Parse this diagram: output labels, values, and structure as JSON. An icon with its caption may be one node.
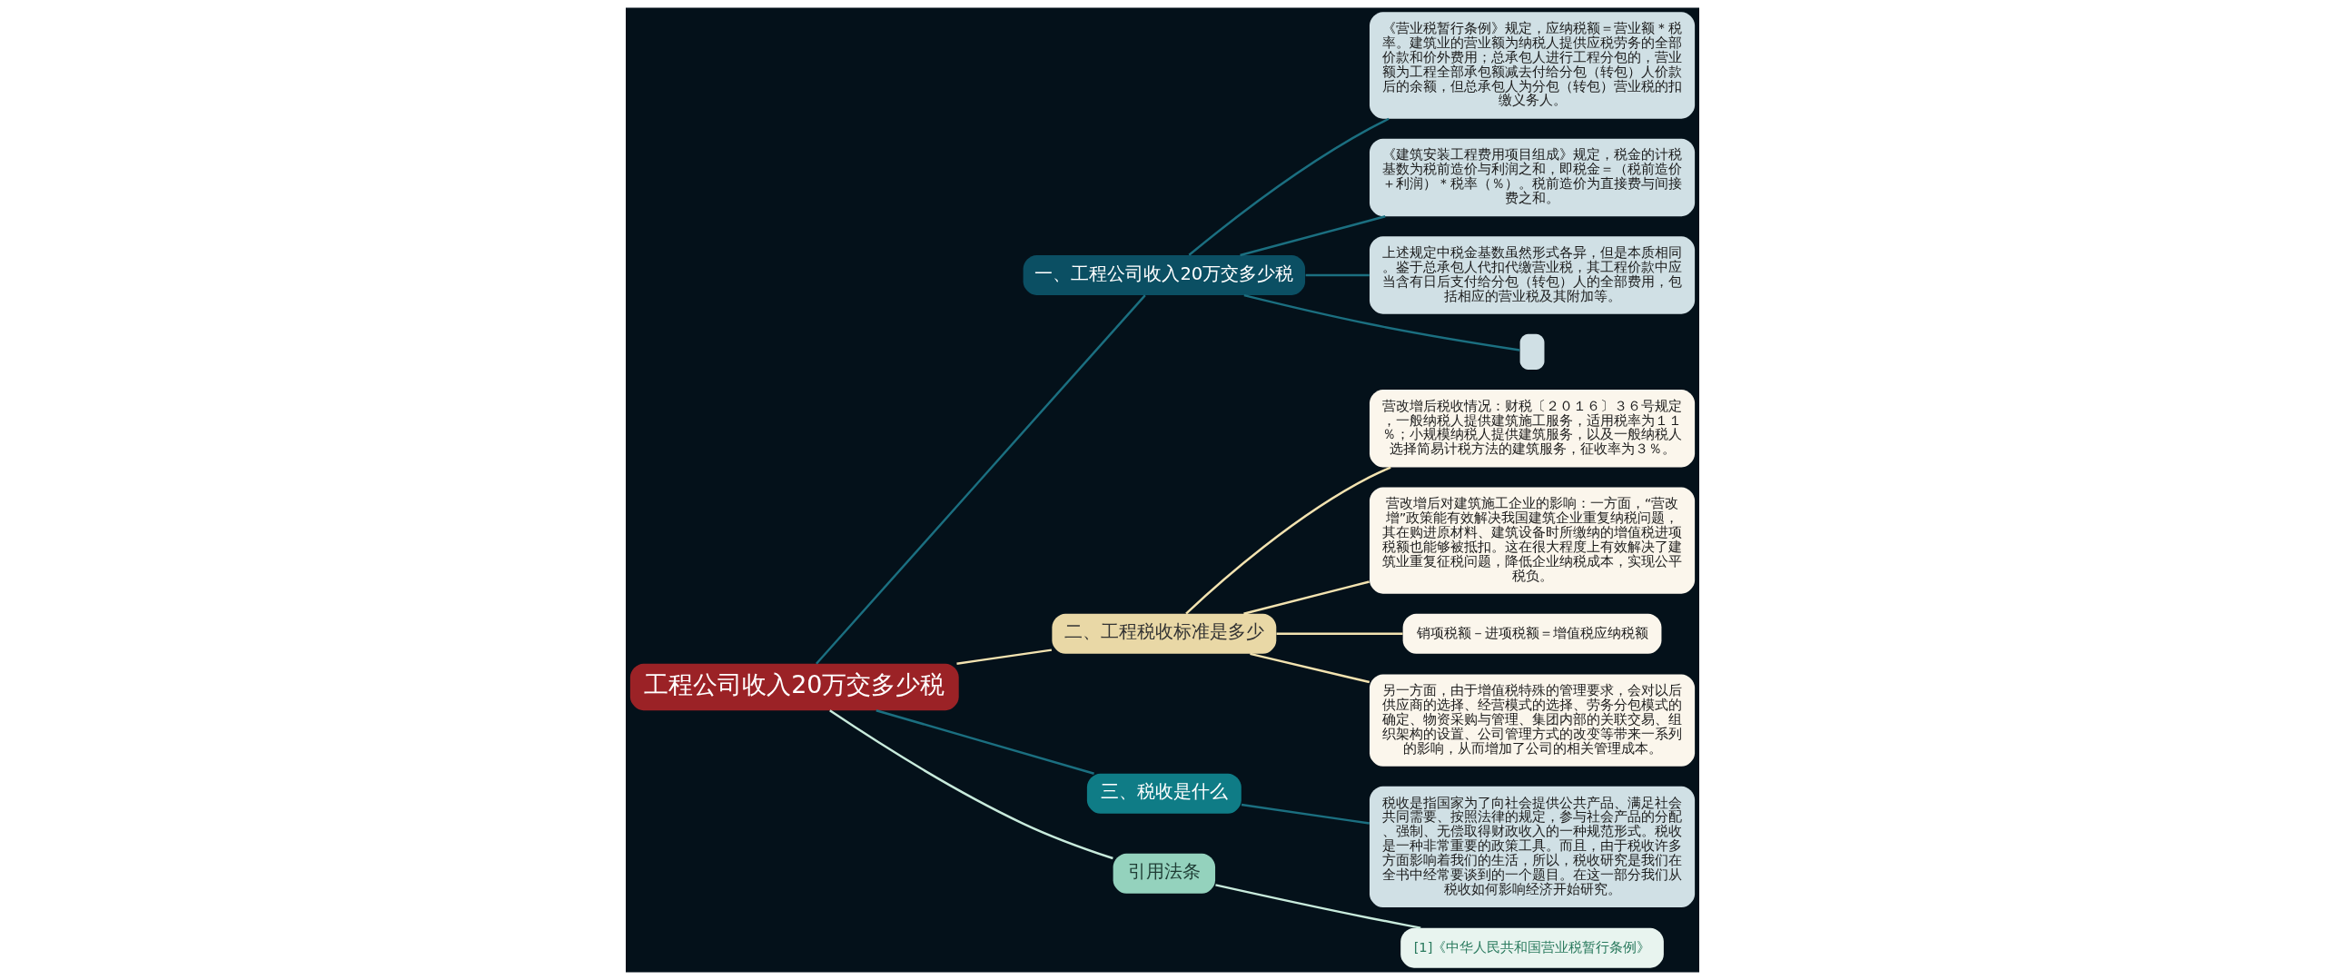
{
  "diagram": {
    "nodes": [
      {
        "text": [
          "工程公司收入20万交多少税"
        ]
      },
      {
        "text": [
          "一、工程公司收入20万交多少税"
        ]
      },
      {
        "text": [
          "《营业税暂行条例》规定，应纳税额＝营业额＊税率。建筑业的营业额为纳税人提供应税劳务的全部价款和价外费用；总承包人进行工程分包的，营业额为工程全部承包额减去付给分包（转包）人价款后的余额，但总承包人为分包（转包）营业税的扣缴义务人。"
        ]
      },
      {
        "text": [
          "《建筑安装工程费用项目组成》规定，税金的计税基数为税前造价与利润之和，即税金＝（税前造价＋利润）＊税率（％）。税前造价为直接费与间接费之和。"
        ]
      },
      {
        "text": [
          "上述规定中税金基数虽然形式各异，但是本质相同。鉴于总承包人代扣代缴营业税，其工程价款中应当含有日后支付给分包（转包）人的全部费用，包括相应的营业税及其附加等。"
        ]
      },
      {
        "text": [],
        "shape": "box"
      },
      {
        "text": [
          "二、工程税收标准是多少"
        ]
      },
      {
        "text": [
          "营改增后税收情况：财税〔２０１６〕３６号规定，一般纳税人提供建筑施工服务，适用税率为１１％；小规模纳税人提供建筑服务，以及一般纳税人选择简易计税方法的建筑服务，征收率为３％。"
        ]
      },
      {
        "text": [
          "营改增后对建筑施工企业的影响：一方面，“营改增”政策能有效解决我国建筑企业重复纳税问题，其在购进原材料、建筑设备时所缴纳的增值税进项税额也能够被抵扣。这在很大程度上有效解决了建筑业重复征税问题，降低企业纳税成本，实现公平税负。"
        ]
      },
      {
        "text": [
          "销项税额－进项税额＝增值税应纳税额"
        ]
      },
      {
        "text": [
          "另一方面，由于增值税特殊的管理要求，会对以后供应商的选择、经营模式的选择、劳务分包模式的确定、物资采购与管理、集团内部的关联交易、组织架构的设置、公司管理方式的改变等带来一系列的影响，从而增加了公司的相关管理成本。"
        ]
      },
      {
        "text": [
          "三、税收是什么"
        ]
      },
      {
        "text": [
          "税收是指国家为了向社会提供公共产品、满足社会共同需要、按照法律的规定，参与社会产品的分配、强制、无偿取得财政收入的一种规范形式。税收是一种非常重要的政策工具。而且，由于税收许多方面影响着我们的生活，所以，税收研究是我们在全书中经常要谈到的一个题目。在这一部分我们从税收如何影响经济开始研究。"
        ]
      },
      {
        "text": [
          "引用法条"
        ]
      },
      {
        "text": [
          "[1]《中华人民共和国营业税暂行条例》"
        ]
      }
    ],
    "edges": [
      {
        "from": 0,
        "to": 1,
        "arrow": "none"
      },
      {
        "from": 1,
        "to": 2,
        "arrow": "none"
      },
      {
        "from": 1,
        "to": 3,
        "arrow": "none"
      },
      {
        "from": 1,
        "to": 4,
        "arrow": "none"
      },
      {
        "from": 1,
        "to": 5,
        "arrow": "none"
      },
      {
        "from": 0,
        "to": 6,
        "arrow": "none",
        "color": "#f3e3b0"
      },
      {
        "from": 6,
        "to": 7,
        "arrow": "none",
        "color": "#f3e3b0"
      },
      {
        "from": 6,
        "to": 8,
        "arrow": "none",
        "color": "#f3e3b0"
      },
      {
        "from": 6,
        "to": 9,
        "arrow": "none",
        "color": "#f3e3b0"
      },
      {
        "from": 6,
        "to": 10,
        "arrow": "none",
        "color": "#f3e3b0"
      },
      {
        "from": 0,
        "to": 11,
        "arrow": "none"
      },
      {
        "from": 11,
        "to": 12,
        "arrow": "none"
      },
      {
        "from": 0,
        "to": 13,
        "arrow": "none",
        "color": "#c8ebdc"
      },
      {
        "from": 13,
        "to": 14,
        "arrow": "none",
        "color": "#c8ebdc"
      }
    ]
  }
}
